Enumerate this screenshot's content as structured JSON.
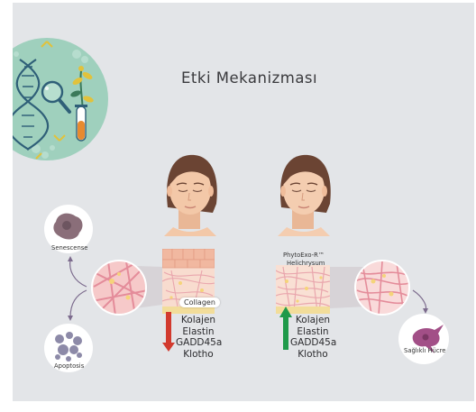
{
  "title": "Etki Mekanizması",
  "left_panel": {
    "badge": "Collagen",
    "markers": [
      "Kolajen",
      "Elastin",
      "GADD45a",
      "Klotho"
    ],
    "arrow_direction": "down",
    "arrow_color": "#d23a2e"
  },
  "right_panel": {
    "label_line1": "PhytoExo-R™",
    "label_line2": "Helichrysum",
    "markers": [
      "Kolajen",
      "Elastin",
      "GADD45a",
      "Klotho"
    ],
    "arrow_direction": "up",
    "arrow_color": "#1f9a4a"
  },
  "cells": {
    "senescense": "Senescense",
    "apoptosis": "Apoptosis",
    "healthy": "Sağlıklı Hücre"
  },
  "colors": {
    "background": "#e3e5e8",
    "badge_circle": "#9fd0bd",
    "skin": "#f3c8a8",
    "hair": "#6b4433",
    "magnifier_pink": "#f6c9c9",
    "collagen_fiber": "#e9a6ad"
  },
  "icons": [
    "dna-icon",
    "magnifier-icon",
    "plant-icon",
    "test-tube-icon"
  ]
}
